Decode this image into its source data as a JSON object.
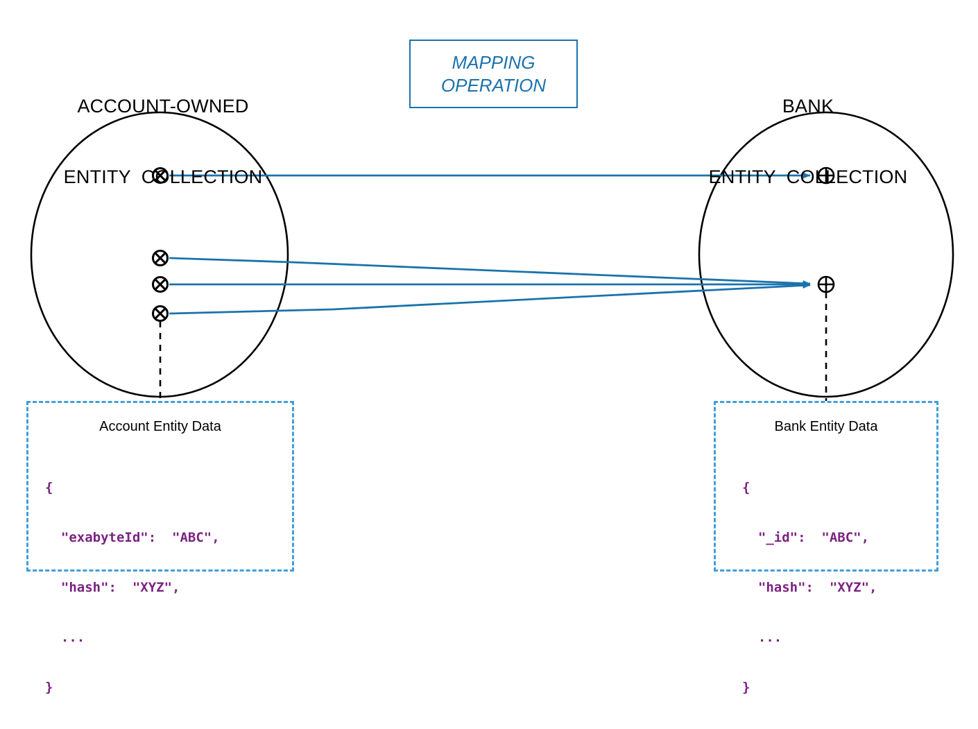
{
  "diagram": {
    "title_left_line1": "ACCOUNT-OWNED",
    "title_left_line2": "ENTITY  COLLECTION",
    "title_right_line1": "BANK",
    "title_right_line2": "ENTITY  COLLECTION",
    "mapping_line1": "MAPPING",
    "mapping_line2": "OPERATION",
    "colors": {
      "arrow_blue": "#1a73ac",
      "dashed_blue": "#3f9fdb",
      "node_black": "#000000",
      "json_purple": "#7b2382",
      "mapping_text": "#1a73ac"
    }
  },
  "left_collection": {
    "shape": "ellipse",
    "node_symbol": "circled-x",
    "node_count": 4,
    "nodes": [
      {
        "id": "src-1",
        "label": "⊗"
      },
      {
        "id": "src-2",
        "label": "⊗"
      },
      {
        "id": "src-3",
        "label": "⊗"
      },
      {
        "id": "src-4",
        "label": "⊗"
      }
    ]
  },
  "right_collection": {
    "shape": "ellipse",
    "node_symbol": "circled-plus",
    "node_count": 2,
    "nodes": [
      {
        "id": "dst-1",
        "label": "⊕"
      },
      {
        "id": "dst-2",
        "label": "⊕"
      }
    ]
  },
  "mappings": [
    {
      "from": "src-1",
      "to": "dst-1"
    },
    {
      "from": "src-2",
      "to": "dst-2"
    },
    {
      "from": "src-3",
      "to": "dst-2"
    },
    {
      "from": "src-4",
      "to": "dst-2"
    }
  ],
  "account_data_box": {
    "title": "Account Entity Data",
    "json_lines": [
      "{",
      "  \"exabyteId\":  \"ABC\",",
      "  \"hash\":  \"XYZ\",",
      "  ...",
      "}"
    ]
  },
  "bank_data_box": {
    "title": "Bank Entity Data",
    "json_lines": [
      "{",
      "  \"_id\":  \"ABC\",",
      "  \"hash\":  \"XYZ\",",
      "  ...",
      "}"
    ]
  }
}
